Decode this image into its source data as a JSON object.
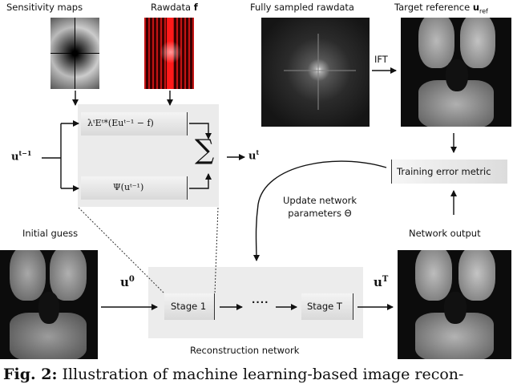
{
  "labels": {
    "sensitivity_maps": "Sensitivity maps",
    "rawdata": "Rawdata ",
    "rawdata_symbol": "f",
    "fully_sampled": "Fully sampled rawdata",
    "target_reference": "Target reference ",
    "target_symbol": "u",
    "target_sub": "ref",
    "ift": "IFT",
    "training_error": "Training error metric",
    "update_line1": "Update network",
    "update_line2": "parameters Θ",
    "initial_guess": "Initial guess",
    "network_output": "Network output",
    "reconstruction_network": "Reconstruction network",
    "stage1": "Stage 1",
    "stage_dots": "····",
    "stageT": "Stage T"
  },
  "math": {
    "u_prev": "u",
    "u_prev_sup": "t−1",
    "u_next": "u",
    "u_next_sup": "t",
    "data_term": "λᵗEᵗ*(Euᵗ⁻¹ − f)",
    "reg_term": "Ψ(uᵗ⁻¹)",
    "sum": "∑",
    "u0": "u",
    "u0_sup": "0",
    "uT": "u",
    "uT_sup": "T"
  },
  "caption": {
    "fig": "Fig. 2:",
    "text": "Illustration of machine learning-based image recon-"
  },
  "colors": {
    "panel_bg": "#ececec",
    "rawdata_red": "#d11a1a",
    "arrow": "#111111"
  }
}
